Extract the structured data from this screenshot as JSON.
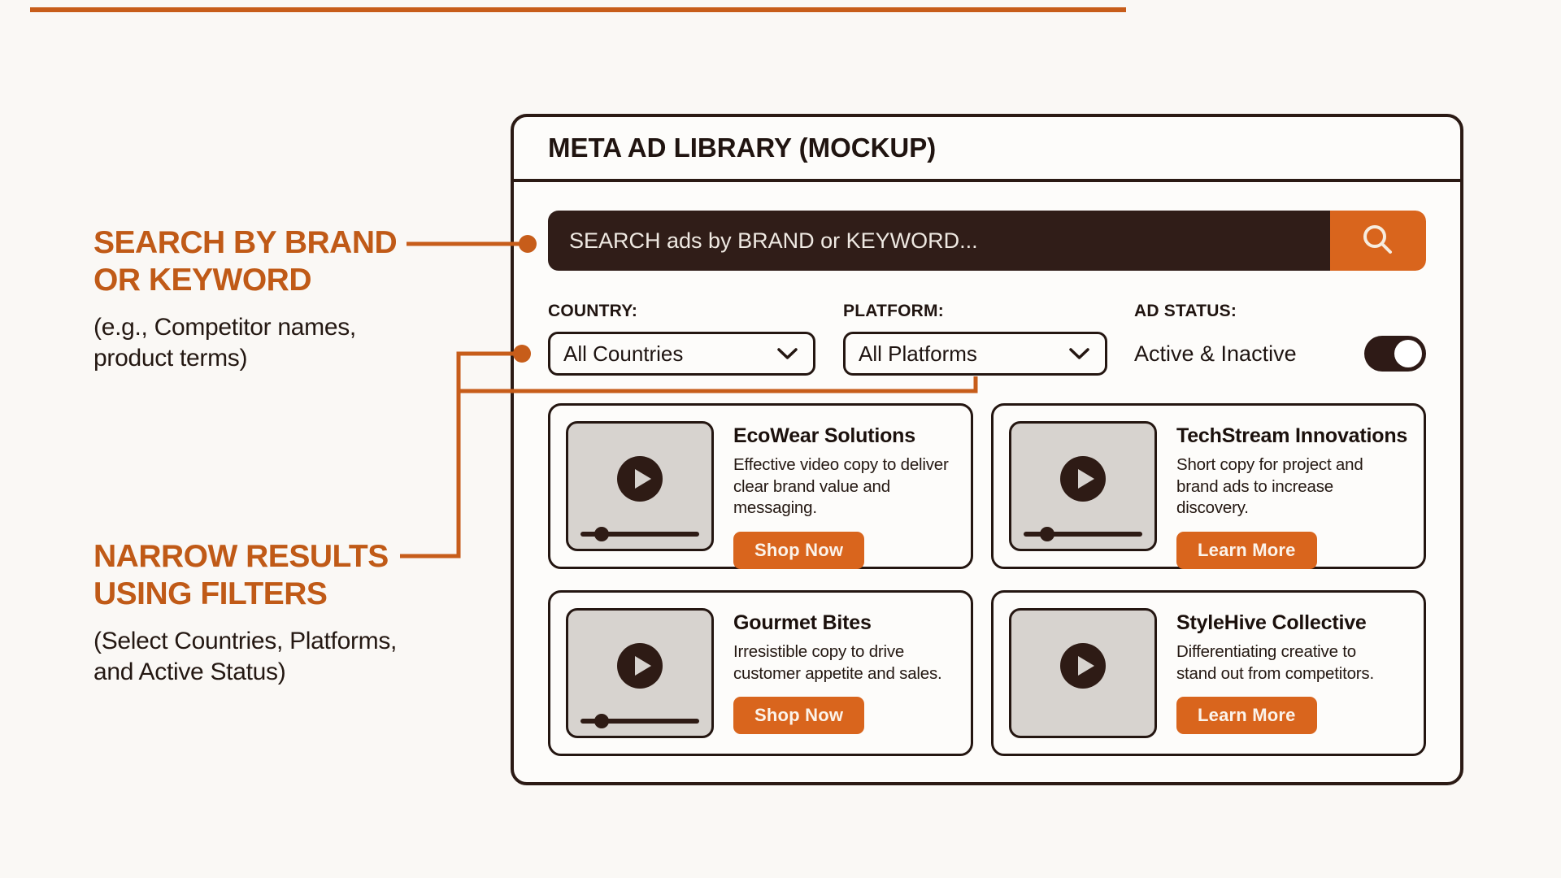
{
  "colors": {
    "accent_orange": "#d9651d",
    "annotation_orange": "#c05a17",
    "connector_orange": "#c75d1a",
    "dark_brown": "#2b1a14",
    "search_bar_bg": "#301d18",
    "thumbnail_gray": "#d7d3cf",
    "page_background": "#faf8f5"
  },
  "icons": {
    "search": "search-icon (magnifier)",
    "chevron": "chevron-down-icon",
    "play": "play-icon (triangle in circle)"
  },
  "annotations": {
    "search": {
      "title_line1": "SEARCH BY BRAND",
      "title_line2": "OR KEYWORD",
      "subtitle_line1": "(e.g., Competitor names,",
      "subtitle_line2": "product terms)"
    },
    "filters": {
      "title_line1": "NARROW RESULTS",
      "title_line2": "USING FILTERS",
      "subtitle_line1": "(Select Countries, Platforms,",
      "subtitle_line2": "and Active Status)"
    }
  },
  "panel": {
    "title": "META AD LIBRARY (MOCKUP)",
    "search": {
      "placeholder": "SEARCH ads by BRAND or KEYWORD..."
    },
    "filters": {
      "country": {
        "label": "COUNTRY:",
        "value": "All Countries"
      },
      "platform": {
        "label": "PLATFORM:",
        "value": "All Platforms"
      },
      "status": {
        "label": "AD STATUS:",
        "value": "Active & Inactive",
        "toggle_on": true
      }
    },
    "cards": [
      {
        "name": "EcoWear Solutions",
        "description_line1": "Effective video copy to deliver",
        "description_line2": "clear brand value and messaging.",
        "cta": "Shop Now",
        "has_progress": true,
        "progress": 0.18
      },
      {
        "name": "TechStream Innovations",
        "description_line1": "Short copy for project and",
        "description_line2": "brand ads to increase discovery.",
        "cta": "Learn More",
        "has_progress": true,
        "progress": 0.2
      },
      {
        "name": "Gourmet Bites",
        "description_line1": "Irresistible copy to drive",
        "description_line2": "customer appetite and sales.",
        "cta": "Shop Now",
        "has_progress": true,
        "progress": 0.18
      },
      {
        "name": "StyleHive Collective",
        "description_line1": "Differentiating creative to",
        "description_line2": "stand out from competitors.",
        "cta": "Learn More",
        "has_progress": false,
        "progress": 0
      }
    ]
  }
}
